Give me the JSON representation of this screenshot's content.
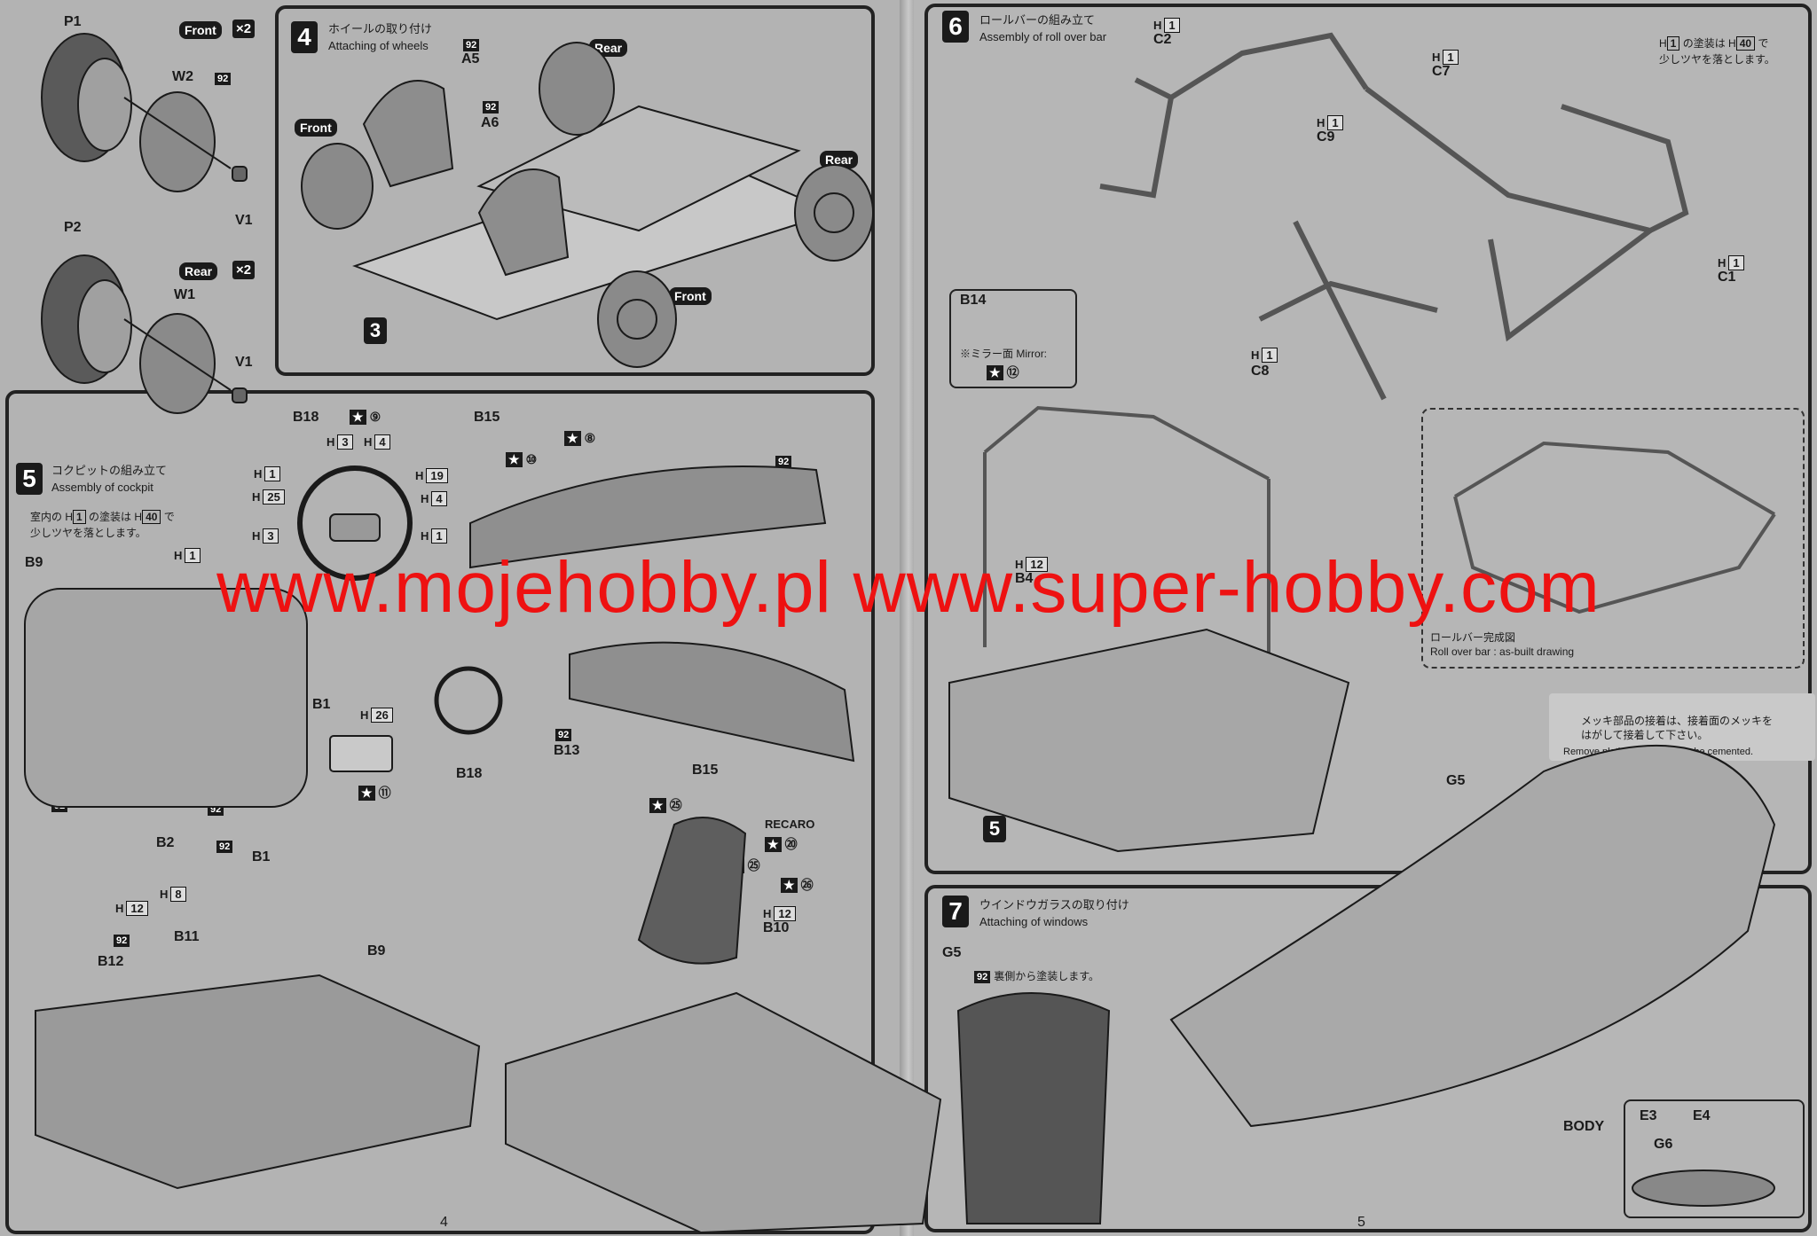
{
  "watermark": "www.mojehobby.pl www.super-hobby.com",
  "left_page": {
    "page_number": "4",
    "tires": {
      "p1": "P1",
      "p2": "P2",
      "front_tag": "Front",
      "rear_tag": "Rear",
      "x2": "×2",
      "w2": "W2",
      "w1": "W1",
      "v1_top": "V1",
      "v1_bottom": "V1",
      "paint_92": "92"
    },
    "step4": {
      "number": "4",
      "title_jp": "ホイールの取り付け",
      "title_en": "Attaching of wheels",
      "labels": {
        "a5": "A5",
        "a6": "A6",
        "paint_a5": "92",
        "paint_a6": "92",
        "step_ref": "3"
      },
      "tags": {
        "rear_top": "Rear",
        "front_left": "Front",
        "rear_right": "Rear",
        "front_bottom": "Front"
      }
    },
    "step5": {
      "number": "5",
      "title_jp": "コクピットの組み立て",
      "title_en": "Assembly of cockpit",
      "note_line1_a": "室内の",
      "note_line1_h": "1",
      "note_line1_b": "の塗装は",
      "note_line1_h2": "40",
      "note_line1_c": "で",
      "note_line2": "少しツヤを落とします。",
      "parts": {
        "b18_top": "B18",
        "b15_top": "B15",
        "b9": "B9",
        "b1_box": "B1",
        "b18_bottom": "B18",
        "b13": "B13",
        "b15_bottom": "B15",
        "b2": "B2",
        "b1": "B1",
        "b11": "B11",
        "b12": "B12",
        "b9_bottom": "B9",
        "b10": "B10",
        "recaro": "RECARO"
      },
      "colors": {
        "h1": "1",
        "h3a": "3",
        "h4a": "4",
        "h19": "19",
        "h25": "25",
        "h4b": "4",
        "h3b": "3",
        "h1b": "1",
        "h1c": "1",
        "h26": "26",
        "h12a": "12",
        "h8": "8",
        "h12b": "12"
      },
      "stars": {
        "s9": "⑨",
        "s8": "⑧",
        "s10": "⑩",
        "s11": "⑪",
        "s25": "㉕",
        "s20": "⑳",
        "s26": "㉖"
      },
      "paint92": "92"
    }
  },
  "right_page": {
    "page_number": "5",
    "step6": {
      "number": "6",
      "title_jp": "ロールバーの組み立て",
      "title_en": "Assembly of roll over bar",
      "note_a": "の塗装は",
      "note_h1": "1",
      "note_h40": "40",
      "note_b": "で",
      "note_line2": "少しツヤを落とします。",
      "parts": {
        "c2": "C2",
        "c7": "C7",
        "c9": "C9",
        "c1": "C1",
        "c8": "C8",
        "b14": "B14",
        "b4": "B4"
      },
      "h_values": {
        "c2": "1",
        "c7": "1",
        "c9": "1",
        "c1": "1",
        "c8": "1",
        "b4": "12"
      },
      "mirror_jp": "※ミラー面",
      "mirror_en": "Mirror:",
      "mirror_star": "⑫",
      "asbuilt_jp": "ロールバー完成図",
      "asbuilt_en": "Roll over bar : as-built drawing",
      "step_ref": "5"
    },
    "step7": {
      "number": "7",
      "title_jp": "ウインドウガラスの取り付け",
      "title_en": "Attaching of windows",
      "g5_label": "G5",
      "g5_right": "G5",
      "paint_note": "裏側から塗装します。",
      "paint92": "92",
      "warn_jp1": "メッキ部品の接着は、接着面のメッキを",
      "warn_jp2": "はがして接着して下さい。",
      "warn_en": "Remove plating from areas to be cemented.",
      "e3": "E3",
      "e4": "E4",
      "body": "BODY",
      "inset_e3": "E3",
      "inset_e4": "E4",
      "g6": "G6"
    }
  }
}
